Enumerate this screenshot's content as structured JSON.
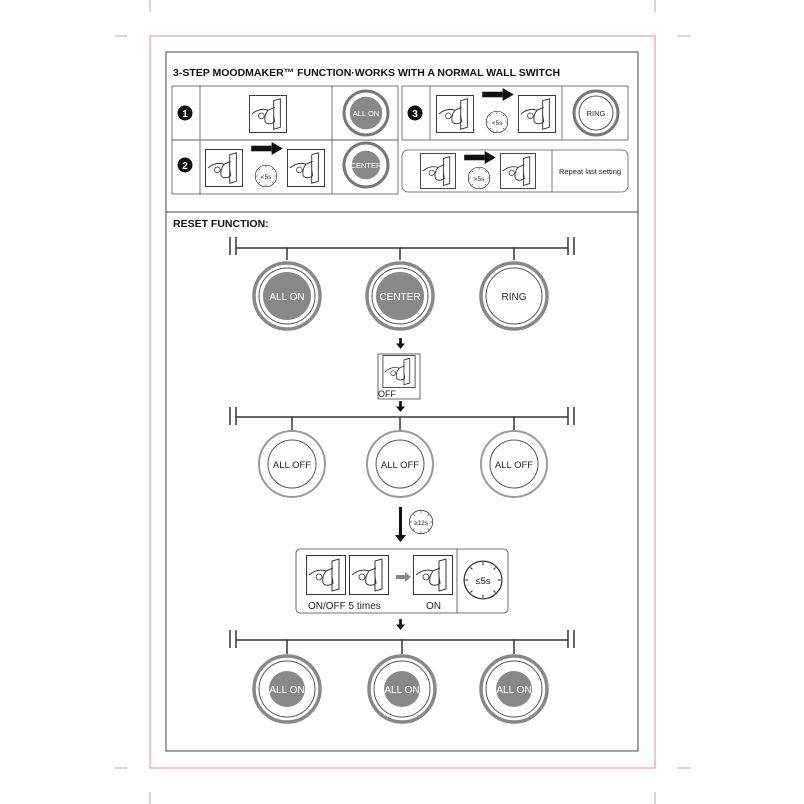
{
  "title": "3-STEP MOODMAKER™ FUNCTION·WORKS WITH A NORMAL WALL SWITCH",
  "steps": {
    "step1": {
      "number": "1",
      "mode": "ALL ON"
    },
    "step2": {
      "number": "2",
      "timer": "<5s",
      "mode": "CENTER"
    },
    "step3": {
      "number": "3",
      "timer": "<5s",
      "mode": "RING"
    },
    "repeat": {
      "timer": ">5s",
      "label": "Repeat last setting"
    }
  },
  "reset": {
    "title": "RESET FUNCTION:",
    "row1": [
      "ALL ON",
      "CENTER",
      "RING"
    ],
    "off_label": "OFF",
    "row2": [
      "ALL OFF",
      "ALL OFF",
      "ALL OFF"
    ],
    "wait_timer": "≥12s",
    "onoff_label": "ON/OFF 5 times",
    "on_label": "ON",
    "sequence_timer": "≤5s",
    "row3": [
      "ALL ON",
      "ALL ON",
      "ALL ON"
    ]
  },
  "colors": {
    "accent_frame": "#e8a0a0",
    "fill_lit": "#8a8787",
    "ink": "#222222"
  }
}
